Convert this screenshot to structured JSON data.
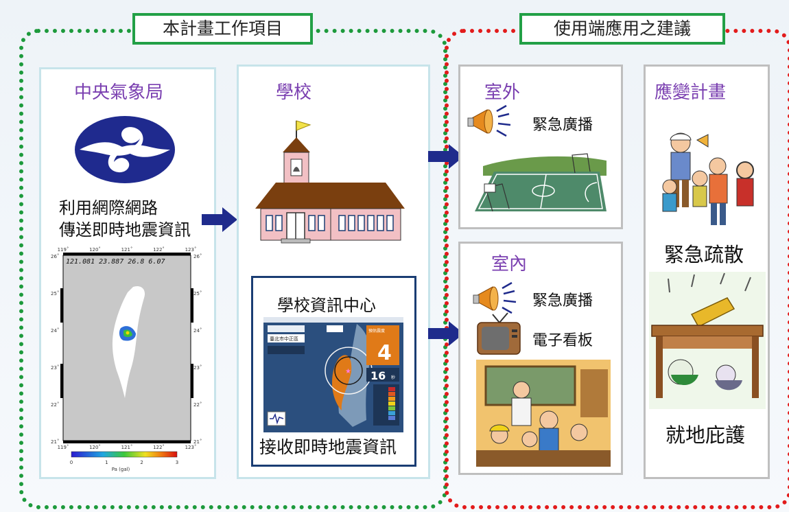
{
  "left_group": {
    "title": "本計畫工作項目",
    "cwb": {
      "title": "中央氣象局",
      "desc_line1": "利用網際網路",
      "desc_line2": "傳送即時地震資訊",
      "map": {
        "header": "121.081 23.887 26.8 6.07",
        "lon_ticks": [
          "119˚",
          "120˚",
          "121˚",
          "122˚",
          "123˚"
        ],
        "lat_ticks": [
          "26˚",
          "25˚",
          "24˚",
          "23˚",
          "22˚",
          "21˚"
        ],
        "colorbar_ticks": [
          "0",
          "1",
          "2",
          "3"
        ],
        "colorbar_label": "Pa (gal)"
      }
    },
    "school": {
      "title": "學校"
    },
    "info_center": {
      "title": "學校資訊中心",
      "caption": "接收即時地震資訊",
      "app": {
        "location": "臺北市中正區",
        "intensity_label": "預估震度",
        "intensity": "4",
        "countdown": "16",
        "countdown_unit": "秒"
      }
    }
  },
  "right_group": {
    "title": "使用端應用之建議",
    "outdoor": {
      "title": "室外",
      "item1": "緊急廣播"
    },
    "indoor": {
      "title": "室內",
      "item1": "緊急廣播",
      "item2": "電子看板"
    },
    "response": {
      "title": "應變計畫",
      "label1": "緊急疏散",
      "label2": "就地庇護"
    }
  },
  "colors": {
    "left_border": "#1d9a3c",
    "right_border": "#e21b1b",
    "title_box_border": "#22a046",
    "panel_title": "#7a3fb0",
    "arrow": "#1f2b8c",
    "cwb_logo": "#1f2a8e"
  }
}
